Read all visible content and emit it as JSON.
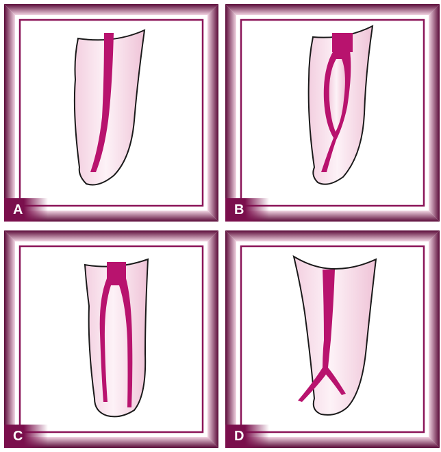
{
  "figure": {
    "panels": [
      {
        "label": "A",
        "canal_type": "single-canal"
      },
      {
        "label": "B",
        "canal_type": "one-divides-rejoins-one"
      },
      {
        "label": "C",
        "canal_type": "one-divides-two-exits"
      },
      {
        "label": "D",
        "canal_type": "one-divides-at-apex"
      }
    ]
  },
  "colors": {
    "frame_dark": "#6b0d44",
    "frame_light": "#f7e4ee",
    "canal": "#b8136e",
    "root_fill": "#f8e1ec",
    "root_outline": "#1a1a1a",
    "background": "#ffffff"
  }
}
